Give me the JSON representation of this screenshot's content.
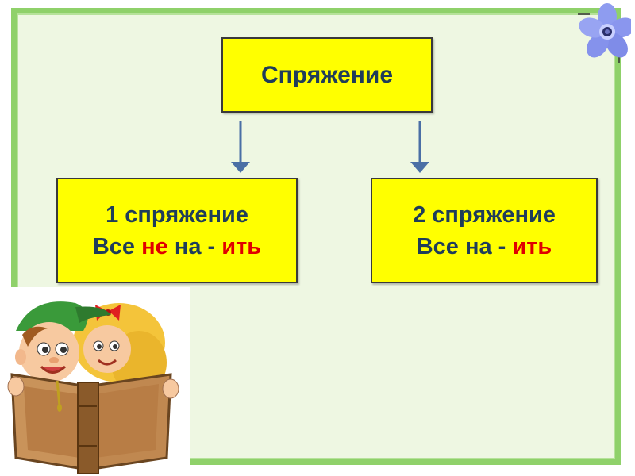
{
  "diagram": {
    "root": {
      "label": "Спряжение"
    },
    "left": {
      "line1": "1 спряжение",
      "line2_a": "Все ",
      "line2_b": "не",
      "line2_c": " на - ",
      "line2_d": "ить"
    },
    "right": {
      "line1": "2 спряжение",
      "line2_a": "Все на - ",
      "line2_b": "ить"
    }
  },
  "colors": {
    "box_fill": "#ffff00",
    "text": "#1f3d5a",
    "accent_red": "#e00000",
    "arrow": "#4a6fa5",
    "frame": "#8fd16a",
    "background": "#eef7e2"
  },
  "icons": [
    "flower-icon",
    "kids-reading-illustration",
    "arrow-down-icon"
  ]
}
